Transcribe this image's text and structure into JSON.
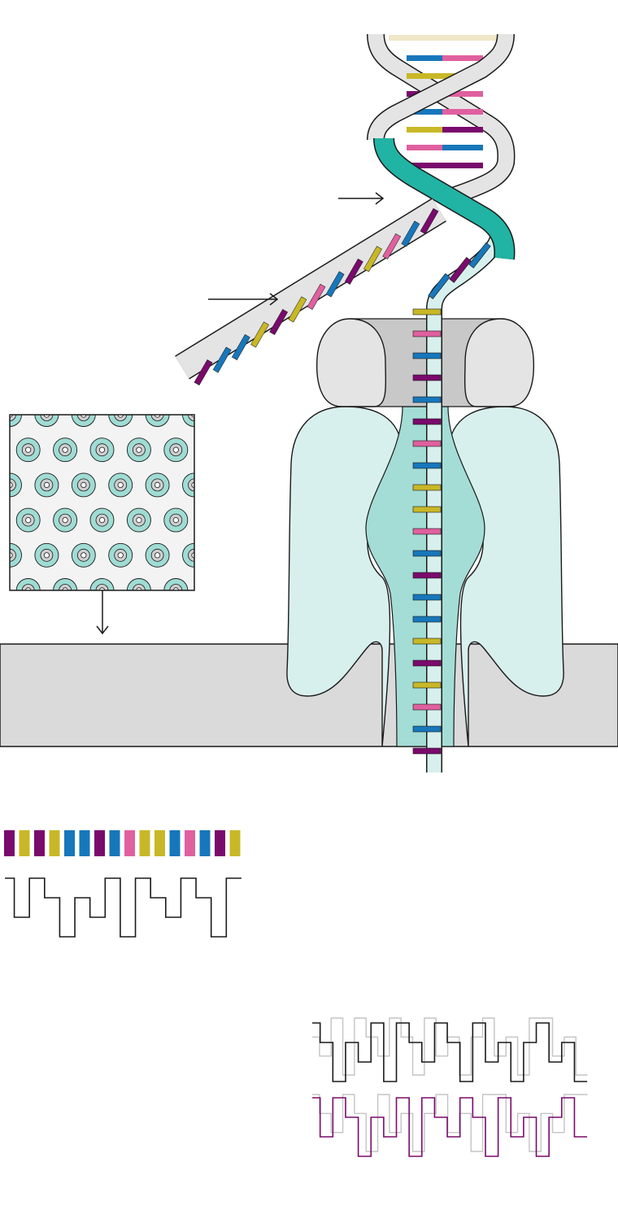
{
  "colors": {
    "purple": "#7a0a6c",
    "yellow": "#c8b827",
    "pink": "#e0609f",
    "blue": "#1777bb",
    "teal": "#21b3a4",
    "teal_light": "#d8f0ed",
    "teal_mid": "#a3ddd6",
    "membrane": "#dadada",
    "ribbon_gray": "#e4e4e4",
    "ring_gray": "#cfcfcf",
    "line": "#1a1a1a"
  },
  "diagram": {
    "pore_bases": [
      "yellow",
      "pink",
      "blue",
      "purple",
      "blue",
      "purple",
      "pink",
      "blue",
      "yellow",
      "yellow",
      "pink",
      "blue",
      "purple",
      "blue",
      "blue",
      "yellow",
      "purple",
      "yellow",
      "pink",
      "blue",
      "purple"
    ],
    "unzipped_bases": [
      "purple",
      "blue",
      "blue",
      "yellow",
      "purple",
      "yellow",
      "pink",
      "blue",
      "purple",
      "yellow",
      "pink",
      "blue",
      "purple"
    ],
    "entering_bases": [
      "blue",
      "purple",
      "blue"
    ],
    "sequence_key": [
      "purple",
      "yellow",
      "purple",
      "yellow",
      "blue",
      "blue",
      "purple",
      "blue",
      "pink",
      "yellow",
      "yellow",
      "blue",
      "pink",
      "blue",
      "purple",
      "yellow"
    ],
    "helix_rungs": [
      {
        "left": "blue",
        "right": "pink"
      },
      {
        "left": "yellow",
        "right": "yellow"
      },
      {
        "left": "purple",
        "right": "pink"
      },
      {
        "left": "blue",
        "right": "pink"
      },
      {
        "left": "yellow",
        "right": "purple"
      },
      {
        "left": "pink",
        "right": "blue"
      },
      {
        "left": "purple",
        "right": "purple"
      }
    ],
    "signal_levels": [
      3,
      1,
      3,
      2,
      0,
      2,
      1,
      3,
      0,
      3,
      2,
      1,
      3,
      2,
      0,
      3,
      1,
      2,
      0,
      2,
      3,
      1,
      2,
      0,
      3,
      3,
      1,
      2,
      0,
      2,
      1,
      3
    ]
  }
}
